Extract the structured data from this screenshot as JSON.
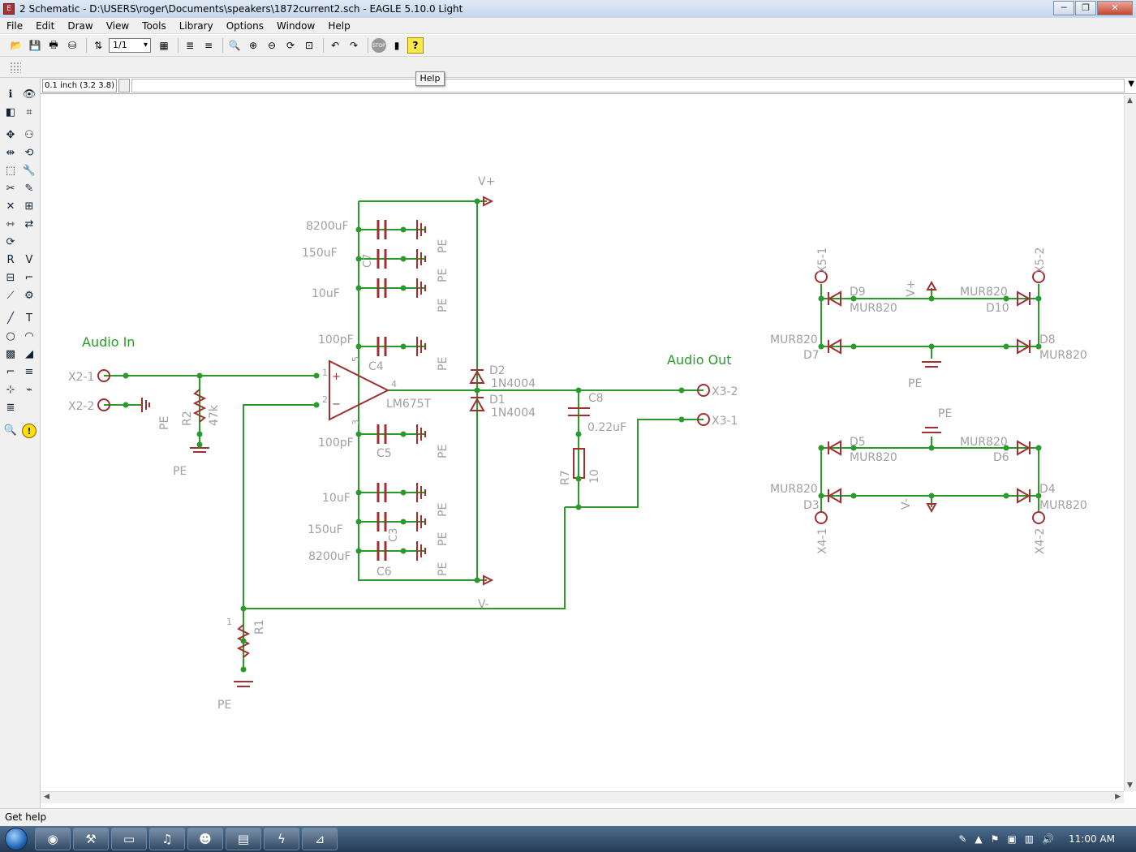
{
  "window": {
    "title": "2 Schematic - D:\\USERS\\roger\\Documents\\speakers\\1872current2.sch - EAGLE 5.10.0 Light",
    "minimize": "─",
    "maximize": "❐",
    "close": "✕"
  },
  "menu": [
    "File",
    "Edit",
    "Draw",
    "View",
    "Tools",
    "Library",
    "Options",
    "Window",
    "Help"
  ],
  "toolbar": {
    "sheet_select": "1/1",
    "help_tooltip": "Help",
    "stop_label": "STOP"
  },
  "command_bar": {
    "grid_coordinate": "0.1 inch (3.2 3.8)",
    "command_value": ""
  },
  "status": {
    "text": "Get help"
  },
  "taskbar": {
    "clock": "11:00 AM"
  },
  "schematic": {
    "labels": {
      "vplus_top": "V+",
      "vminus_bottom": "V-",
      "audio_in": "Audio In",
      "audio_out": "Audio Out",
      "pe": "PE",
      "x2_1": "X2-1",
      "x2_2": "X2-2",
      "x3_1": "X3-1",
      "x3_2": "X3-2",
      "x4_1": "X4-1",
      "x4_2": "X4-2",
      "x5_1": "X5-1",
      "x5_2": "X5-2"
    },
    "components": {
      "ic": "LM675T",
      "r1": "R1",
      "r2": "R2",
      "r2_value": "47k",
      "r7": "R7",
      "r7_value": "10",
      "c8": "C8",
      "c8_value": "0.22uF",
      "c4": "C4",
      "c5": "C5",
      "c6": "C6",
      "c7": "C7",
      "c3": "C3",
      "cap_8200": "8200uF",
      "cap_150": "150uF",
      "cap_10": "10uF",
      "cap_100p": "100pF",
      "d1": "D1",
      "d2": "D2",
      "d_val": "1N4004",
      "d3": "D3",
      "d4": "D4",
      "d5": "D5",
      "d6": "D6",
      "d7": "D7",
      "d8": "D8",
      "d9": "D9",
      "d10": "D10",
      "mur": "MUR820",
      "pin1": "1",
      "pin2": "2",
      "pin3": "3",
      "pin4": "4",
      "pin5": "5",
      "plus": "+",
      "minus": "−",
      "r1_pin": "1"
    }
  },
  "colors": {
    "wire": "#2a9a2a",
    "part": "#a03030",
    "label": "#a0a0a0",
    "net_label": "#2a9a2a"
  }
}
